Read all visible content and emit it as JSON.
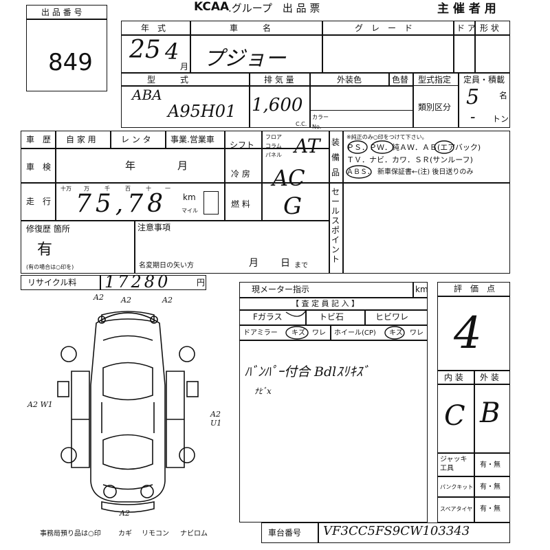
{
  "header": {
    "lot_label": "出 品 番 号",
    "lot_number": "849",
    "brand": "KCAA",
    "title": ".グループ　出 品 票",
    "organizer": "主 催 者 用"
  },
  "vehicle": {
    "year_label": "年　式",
    "year_value": "25",
    "month_value": "4",
    "month_unit": "月",
    "name_label": "車　　　名",
    "name_value": "プジョー",
    "grade_label": "グ　レ　ー　ド",
    "doors_label": "ド ア",
    "shape_label": "形 状",
    "model_label": "型　　　式",
    "model_value_line1": "ABA",
    "model_value_line2": "A95H01",
    "displacement_label": "排 気 量",
    "displacement_value": "1,600",
    "cc_unit": "C.C.",
    "color_label": "外装色",
    "color_change_label": "色替",
    "color_no_label": "カラー No.",
    "type_designation_label": "型式指定",
    "category_label": "類別区分",
    "capacity_label": "定員・積載",
    "capacity_value": "5",
    "capacity_unit": "名",
    "load_value": "-",
    "load_unit": "トン"
  },
  "history": {
    "history_label": "車　歴",
    "private_label": "自 家 用",
    "rental_label": "レ ン タ",
    "business_label": "事業.営業車",
    "inspection_label": "車　検",
    "inspection_year": "年",
    "inspection_month": "月",
    "mileage_label": "走　行",
    "digit_labels": [
      "十万",
      "万",
      "千",
      "百",
      "十",
      "一"
    ],
    "mileage_value": "75,78",
    "km_label": "km",
    "mile_label": "マイル",
    "shift_label": "シフト",
    "shift_options": [
      "フロア",
      "コラム",
      "パネル"
    ],
    "shift_value": "AT",
    "ac_label": "冷 房",
    "ac_value": "AC",
    "fuel_label": "燃 料",
    "fuel_value": "G",
    "equipment_label": "装 備 品",
    "equipment_note": "※純正のみ○印をつけて下さい。",
    "equipment_line1": "ＰＳ．ＰＷ．純ＡＷ．ＡＢ(エアバック)",
    "equipment_line2": "ＴＶ．ナビ．カワ．ＳＲ(サンルーフ)",
    "equipment_line3": "ＡＢＳ．　新車保証書←(注) 後日送りのみ",
    "selling_points_label": "セールスポイント"
  },
  "repair": {
    "repair_label": "修復歴 箇所",
    "repair_value": "有",
    "repair_note": "(有の場合は○印を)",
    "notes_label": "注意事項",
    "deadline_label": "名変期日の矢い方",
    "deadline_month": "月",
    "deadline_day": "日",
    "deadline_suffix": "まで"
  },
  "recycle": {
    "label": "リサイクル料",
    "value": "17280",
    "unit": "円"
  },
  "inspection": {
    "meter_label": "現メーター指示",
    "km_label": "km",
    "inspector_label": "【 査 定 員 記 入 】",
    "glass_label": "Fガラス",
    "flying_stone_label": "トビ石",
    "crack_label": "ヒビワレ",
    "mirror_label": "ドアミラー",
    "mirror_scratch_label": "キズ",
    "mirror_crack_label": "ワレ",
    "wheel_label": "ホイール(CP)",
    "wheel_scratch_label": "キズ",
    "wheel_crack_label": "ワレ",
    "handwritten_note": "ﾊﾞﾝﾊﾟｰ付合 Bdlｽﾘｷｽﾞ",
    "handwritten_note2": "ﾅﾋﾞx"
  },
  "score": {
    "label": "評　価　点",
    "value": "4",
    "interior_label": "内 装",
    "exterior_label": "外 装",
    "interior_value": "C",
    "exterior_value": "B"
  },
  "tools": {
    "jack_label": "ジャッキ 工具",
    "puncture_kit_label": "パンクキット",
    "spare_tire_label": "スペアタイヤ",
    "yes_no": "有・無"
  },
  "footer": {
    "office_items": "事務局預り品は○印",
    "key_label": "カギ",
    "remote_label": "リモコン",
    "navi_label": "ナビロム",
    "chassis_label": "車台番号",
    "chassis_value": "VF3CC5FS9CW103343"
  },
  "diagram": {
    "marks": [
      "A2",
      "A2",
      "A2",
      "A2 W1",
      "A2 U1",
      "A2"
    ]
  }
}
